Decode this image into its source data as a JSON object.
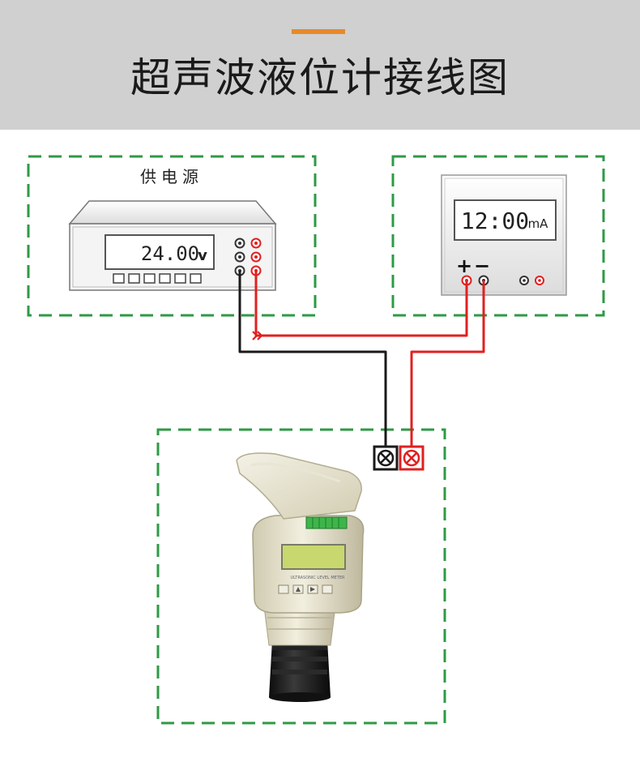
{
  "header": {
    "title": "超声波液位计接线图",
    "accent_color": "#e8892a",
    "background": "#d0d0d0"
  },
  "power_supply": {
    "label": "供电源",
    "reading_value": "24.00",
    "reading_unit": "v"
  },
  "meter": {
    "reading_value": "12:00",
    "reading_unit": "mA",
    "plus_label": "+",
    "minus_label": "−"
  },
  "device": {
    "icon": "ultrasonic-level-meter-icon",
    "panel_label": "ULTRASONIC LEVEL METER"
  },
  "colors": {
    "dash_border": "#2e9a45",
    "wire_red": "#e02020",
    "wire_black": "#1a1a1a"
  }
}
